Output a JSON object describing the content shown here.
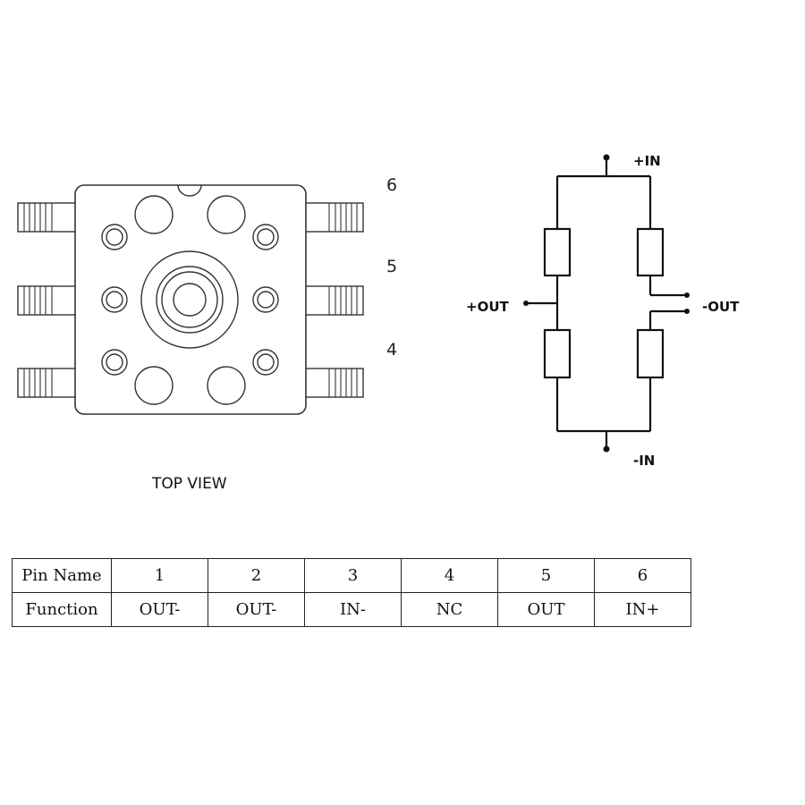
{
  "package": {
    "pin_numbers": [
      "6",
      "5",
      "4"
    ],
    "caption": "TOP VIEW"
  },
  "schematic": {
    "labels": {
      "in_pos": "+IN",
      "in_neg": "-IN",
      "out_pos": "+OUT",
      "out_neg": "-OUT"
    }
  },
  "pin_table": {
    "row_headers": [
      "Pin Name",
      "Function"
    ],
    "pins": [
      {
        "name": "1",
        "function": "OUT-"
      },
      {
        "name": "2",
        "function": "OUT-"
      },
      {
        "name": "3",
        "function": "IN-"
      },
      {
        "name": "4",
        "function": "NC"
      },
      {
        "name": "5",
        "function": "OUT"
      },
      {
        "name": "6",
        "function": "IN+"
      }
    ]
  }
}
